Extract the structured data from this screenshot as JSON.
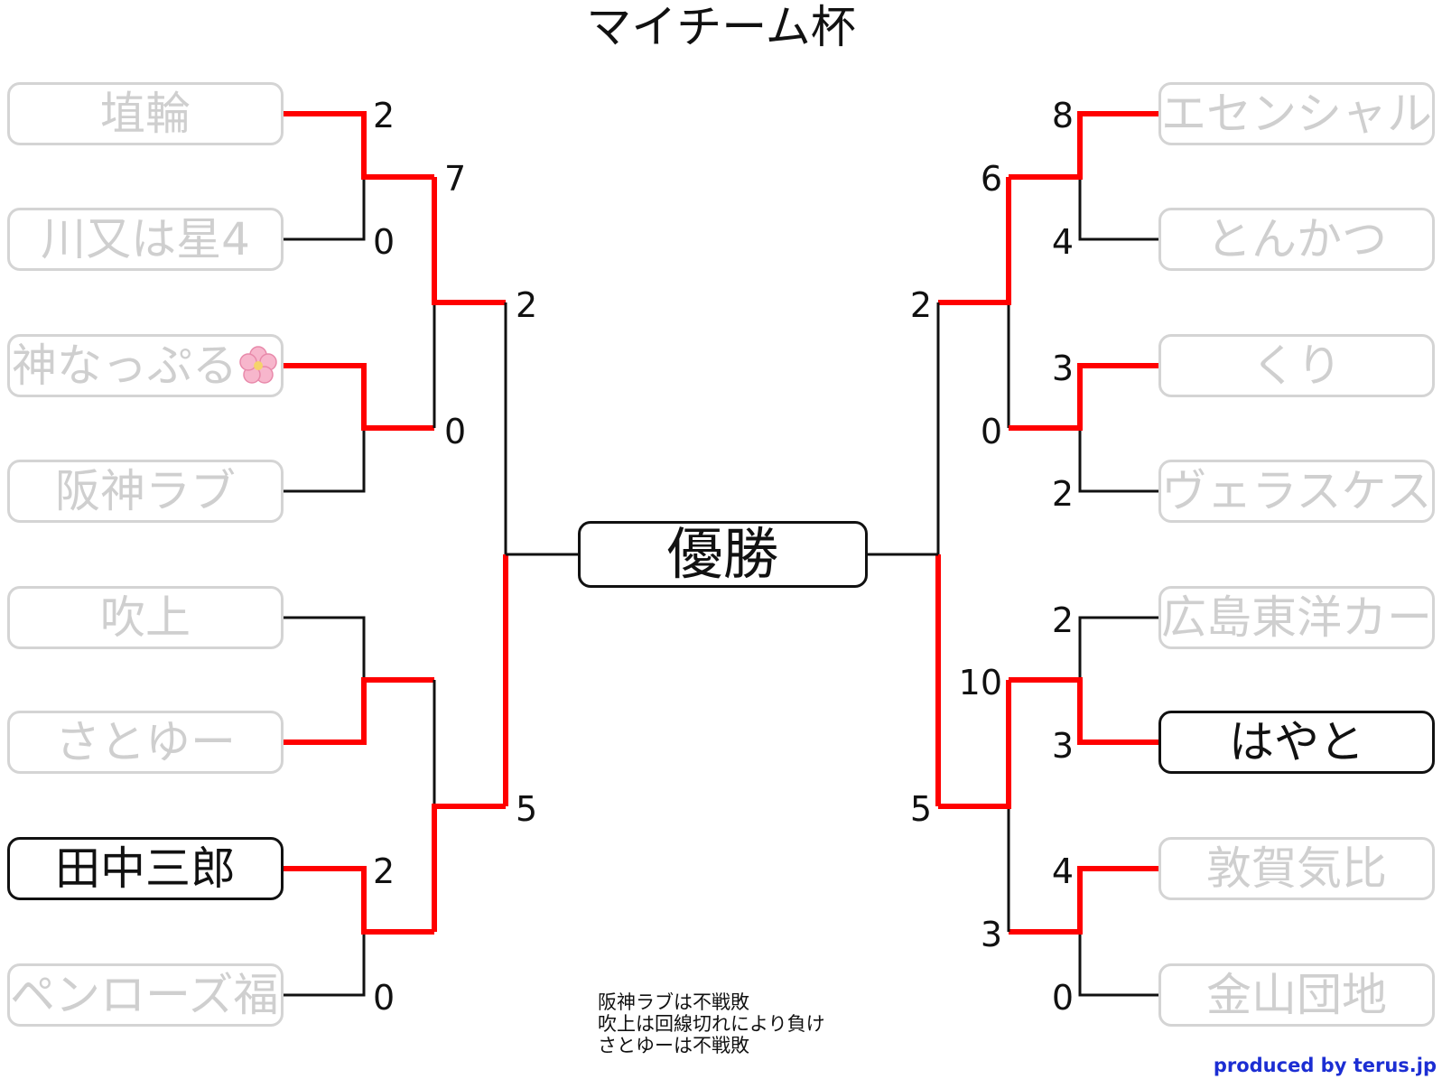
{
  "title": "マイチーム杯",
  "champion_box": "優勝",
  "colors": {
    "win_line": "#ff0000",
    "lose_line": "#111111",
    "eliminated_text": "#cfcfcf",
    "credit": "#1c2ed3"
  },
  "teams": {
    "left": [
      {
        "name": "埴輪",
        "score": "2"
      },
      {
        "name": "川又は星4",
        "score": "0"
      },
      {
        "name": "神なっぷる",
        "icon": "cherry-blossom-icon",
        "score": ""
      },
      {
        "name": "阪神ラブ",
        "score": ""
      },
      {
        "name": "吹上",
        "score": ""
      },
      {
        "name": "さとゆー",
        "score": ""
      },
      {
        "name": "田中三郎",
        "score": "2"
      },
      {
        "name": "ペンローズ福田",
        "score": "0"
      }
    ],
    "right": [
      {
        "name": "エセンシャル",
        "score": "8"
      },
      {
        "name": "とんかつ",
        "score": "4"
      },
      {
        "name": "くり",
        "score": "3"
      },
      {
        "name": "ヴェラスケス",
        "score": "2"
      },
      {
        "name": "広島東洋カープ",
        "score": "2"
      },
      {
        "name": "はやと",
        "score": "3"
      },
      {
        "name": "敦賀気比",
        "score": "4"
      },
      {
        "name": "金山団地",
        "score": "0"
      }
    ]
  },
  "round2_scores": {
    "left": [
      "7",
      "0",
      "",
      ""
    ],
    "right": [
      "6",
      "0",
      "10",
      "3"
    ]
  },
  "semifinal_scores": {
    "left": [
      "2",
      "5"
    ],
    "right": [
      "2",
      "5"
    ]
  },
  "notes": [
    "阪神ラブは不戦敗",
    "吹上は回線切れにより負け",
    "さとゆーは不戦敗"
  ],
  "credit": "produced by terus.jp"
}
